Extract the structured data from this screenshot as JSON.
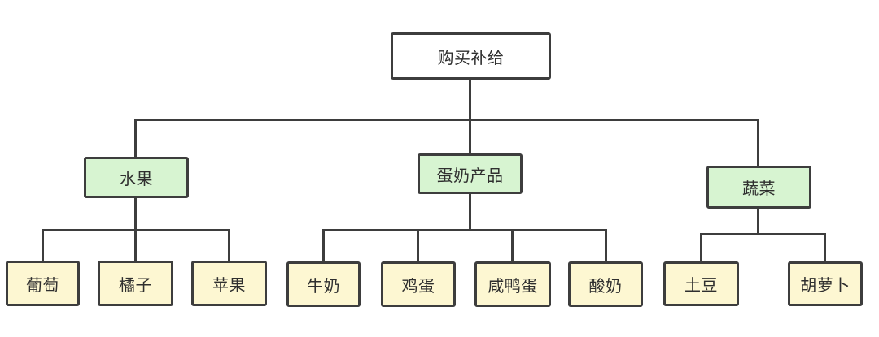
{
  "diagram": {
    "root": {
      "label": "购买补给"
    },
    "branches": [
      {
        "label": "水果",
        "children": [
          {
            "label": "葡萄"
          },
          {
            "label": "橘子"
          },
          {
            "label": "苹果"
          }
        ]
      },
      {
        "label": "蛋奶产品",
        "children": [
          {
            "label": "牛奶"
          },
          {
            "label": "鸡蛋"
          },
          {
            "label": "咸鸭蛋"
          },
          {
            "label": "酸奶"
          }
        ]
      },
      {
        "label": "蔬菜",
        "children": [
          {
            "label": "土豆"
          },
          {
            "label": "胡萝卜"
          }
        ]
      }
    ],
    "colors": {
      "background": "#ffffff",
      "root_fill": "#ffffff",
      "branch_fill": "#d7f4d1",
      "leaf_fill": "#fdf7d2",
      "node_border": "#3d3d3d",
      "connector": "#3d3d3d",
      "text": "#2f2f2f"
    }
  }
}
